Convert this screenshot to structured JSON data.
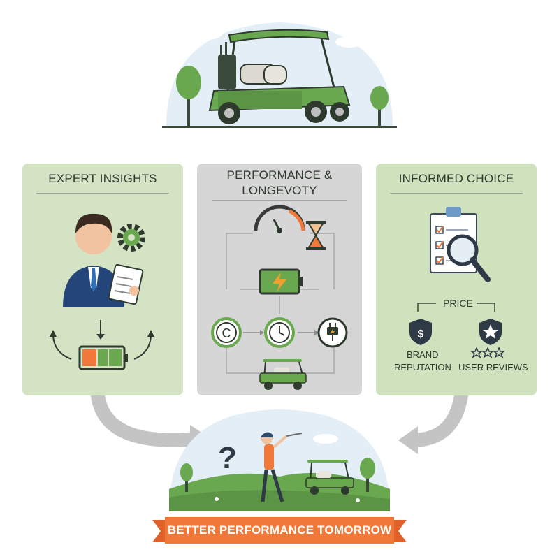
{
  "panels": {
    "left": {
      "title": "EXPERT INSIGHTS",
      "icons": [
        "expert-avatar-icon",
        "gear-icon",
        "clipboard-icon",
        "battery-icon",
        "cycle-arrows-icon"
      ]
    },
    "middle": {
      "title_line1": "PERFORMANCE &",
      "title_line2": "LONGEVOTY",
      "icons": [
        "speedometer-icon",
        "hourglass-icon",
        "battery-charging-icon",
        "c-coin-icon",
        "stopwatch-icon",
        "charging-plug-icon",
        "golf-cart-icon"
      ]
    },
    "right": {
      "title": "INFORMED CHOICE",
      "icons": [
        "checklist-clipboard-icon",
        "magnifier-icon",
        "dollar-shield-icon",
        "star-shield-icon",
        "rating-stars-icon"
      ],
      "price_label": "PRICE",
      "brand_line1": "BRAND",
      "brand_line2": "REPUTATION",
      "reviews_label": "USER REVIEWS",
      "review_stars": 3
    }
  },
  "scene": {
    "question_mark": "?",
    "icons": [
      "golfer-icon",
      "golf-cart-icon",
      "tree-icon",
      "golf-flag-icon"
    ]
  },
  "banner": {
    "text": "BETTER PERFORMANCE TOMORROW"
  },
  "colors": {
    "accent_green": "#6aa84f",
    "orange": "#f0793a",
    "panel_left": "#d3e3c3",
    "panel_mid": "#d6d6d6",
    "panel_right": "#cfe1bd",
    "arrow_gray": "#bdbdbd"
  }
}
